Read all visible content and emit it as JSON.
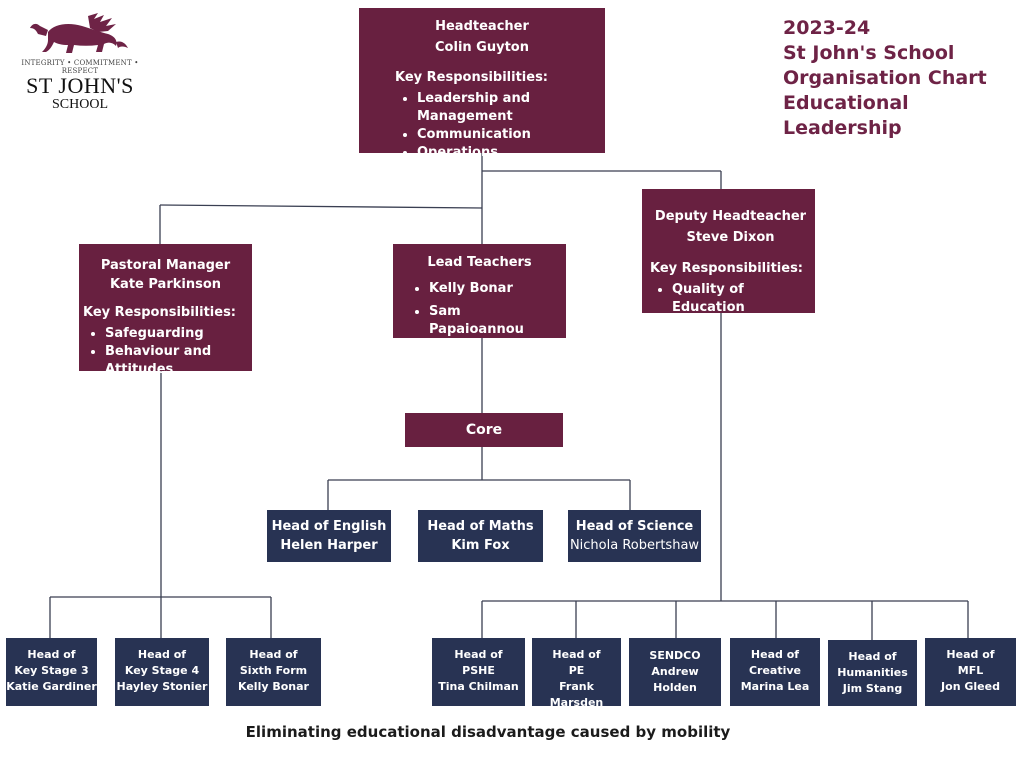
{
  "logo": {
    "motto": "INTEGRITY • COMMITMENT • RESPECT",
    "name": "ST JOHN'S",
    "subtitle": "SCHOOL",
    "crest_icon": "heraldic-dragon-icon",
    "crest_color": "#6e2346"
  },
  "title": {
    "year": "2023-24",
    "school": "St John's School",
    "chart": "Organisation Chart",
    "section": "Educational Leadership"
  },
  "colors": {
    "maroon": "#682040",
    "navy": "#283353",
    "line": "#3a3f52",
    "title": "#6e2346"
  },
  "headteacher": {
    "role": "Headteacher",
    "name": "Colin Guyton",
    "resp_label": "Key Responsibilities:",
    "responsibilities": [
      "Leadership and Management",
      "Communication",
      "Operations"
    ]
  },
  "pastoral": {
    "role": "Pastoral Manager",
    "name": "Kate Parkinson",
    "resp_label": "Key Responsibilities:",
    "responsibilities": [
      "Safeguarding",
      "Behaviour and Attitudes"
    ]
  },
  "lead_teachers": {
    "role": "Lead Teachers",
    "members": [
      "Kelly Bonar",
      "Sam Papaioannou"
    ]
  },
  "deputy": {
    "role": "Deputy Headteacher",
    "name": "Steve Dixon",
    "resp_label": "Key Responsibilities:",
    "responsibilities": [
      "Quality of Education"
    ]
  },
  "core": {
    "label": "Core"
  },
  "core_heads": [
    {
      "role": "Head of English",
      "name": "Helen Harper"
    },
    {
      "role": "Head of Maths",
      "name": "Kim Fox"
    },
    {
      "role": "Head of Science",
      "name": "Nichola Robertshaw"
    }
  ],
  "pastoral_heads": [
    {
      "lines": [
        "Head of",
        "Key Stage 3",
        "Katie Gardiner"
      ]
    },
    {
      "lines": [
        "Head of",
        "Key Stage 4",
        "Hayley Stonier"
      ]
    },
    {
      "lines": [
        "Head of",
        "Sixth Form",
        "Kelly Bonar"
      ]
    }
  ],
  "deputy_heads": [
    {
      "lines": [
        "Head of",
        "PSHE",
        "Tina Chilman"
      ]
    },
    {
      "lines": [
        "Head of",
        "PE",
        "Frank Marsden"
      ]
    },
    {
      "lines": [
        "SENDCO",
        "Andrew",
        "Holden"
      ]
    },
    {
      "lines": [
        "Head of",
        "Creative",
        "Marina Lea"
      ]
    },
    {
      "lines": [
        "Head of",
        "Humanities",
        "Jim Stang"
      ]
    },
    {
      "lines": [
        "Head of",
        "MFL",
        "Jon Gleed"
      ]
    }
  ],
  "footer": "Eliminating educational disadvantage caused by mobility"
}
